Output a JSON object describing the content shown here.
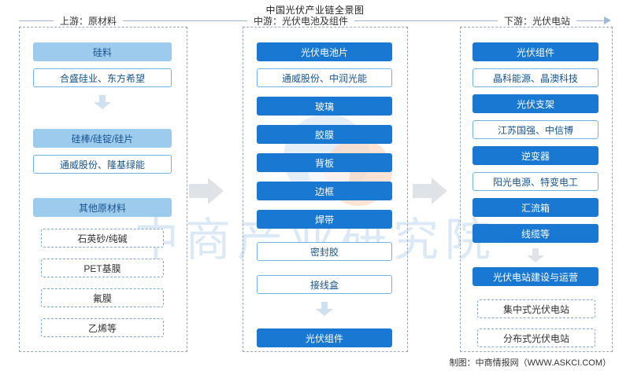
{
  "title": "中国光伏产业链全景图",
  "header": {
    "stages": [
      "上游：原材料",
      "中游：光伏电池及组件",
      "下游：光伏电站"
    ]
  },
  "watermark": {
    "text": "中商产业研究院"
  },
  "columns": [
    {
      "id": "upstream",
      "items": [
        {
          "label": "硅料",
          "style": "mid"
        },
        {
          "label": "合盛硅业、东方希望",
          "style": "white-solid"
        },
        {
          "label": "arrow-down",
          "style": "arrow"
        },
        {
          "label": "硅棒/硅锭/硅片",
          "style": "mid"
        },
        {
          "label": "通威股份、隆基绿能",
          "style": "white-solid"
        },
        {
          "label": "其他原材料",
          "style": "mid"
        },
        {
          "label": "石英砂/纯碱",
          "style": "white-dash"
        },
        {
          "label": "PET基膜",
          "style": "white-dash"
        },
        {
          "label": "氟膜",
          "style": "white-dash"
        },
        {
          "label": "乙烯等",
          "style": "white-dash"
        }
      ]
    },
    {
      "id": "midstream",
      "items": [
        {
          "label": "光伏电池片",
          "style": "dark"
        },
        {
          "label": "通威股份、中润光能",
          "style": "white-solid"
        },
        {
          "label": "玻璃",
          "style": "dark"
        },
        {
          "label": "胶膜",
          "style": "dark"
        },
        {
          "label": "背板",
          "style": "dark"
        },
        {
          "label": "边框",
          "style": "dark"
        },
        {
          "label": "焊带",
          "style": "dark"
        },
        {
          "label": "密封胶",
          "style": "white-solid"
        },
        {
          "label": "接线盒",
          "style": "white-solid"
        },
        {
          "label": "arrow-down",
          "style": "arrow"
        },
        {
          "label": "光伏组件",
          "style": "dark"
        }
      ]
    },
    {
      "id": "downstream",
      "items": [
        {
          "label": "光伏组件",
          "style": "dark"
        },
        {
          "label": "晶科能源、晶澳科技",
          "style": "white-solid"
        },
        {
          "label": "光伏支架",
          "style": "dark"
        },
        {
          "label": "江苏国强、中信博",
          "style": "white-solid"
        },
        {
          "label": "逆变器",
          "style": "dark"
        },
        {
          "label": "阳光电源、特变电工",
          "style": "white-solid"
        },
        {
          "label": "汇流箱",
          "style": "dark"
        },
        {
          "label": "线缆等",
          "style": "dark"
        },
        {
          "label": "arrow-down",
          "style": "arrow"
        },
        {
          "label": "光伏电站建设与运营",
          "style": "dark"
        },
        {
          "label": "集中式光伏电站",
          "style": "white-dash"
        },
        {
          "label": "分布式光伏电站",
          "style": "white-dash"
        }
      ]
    }
  ],
  "footer": "制图：中商情报网（WWW.ASKCI.COM）"
}
